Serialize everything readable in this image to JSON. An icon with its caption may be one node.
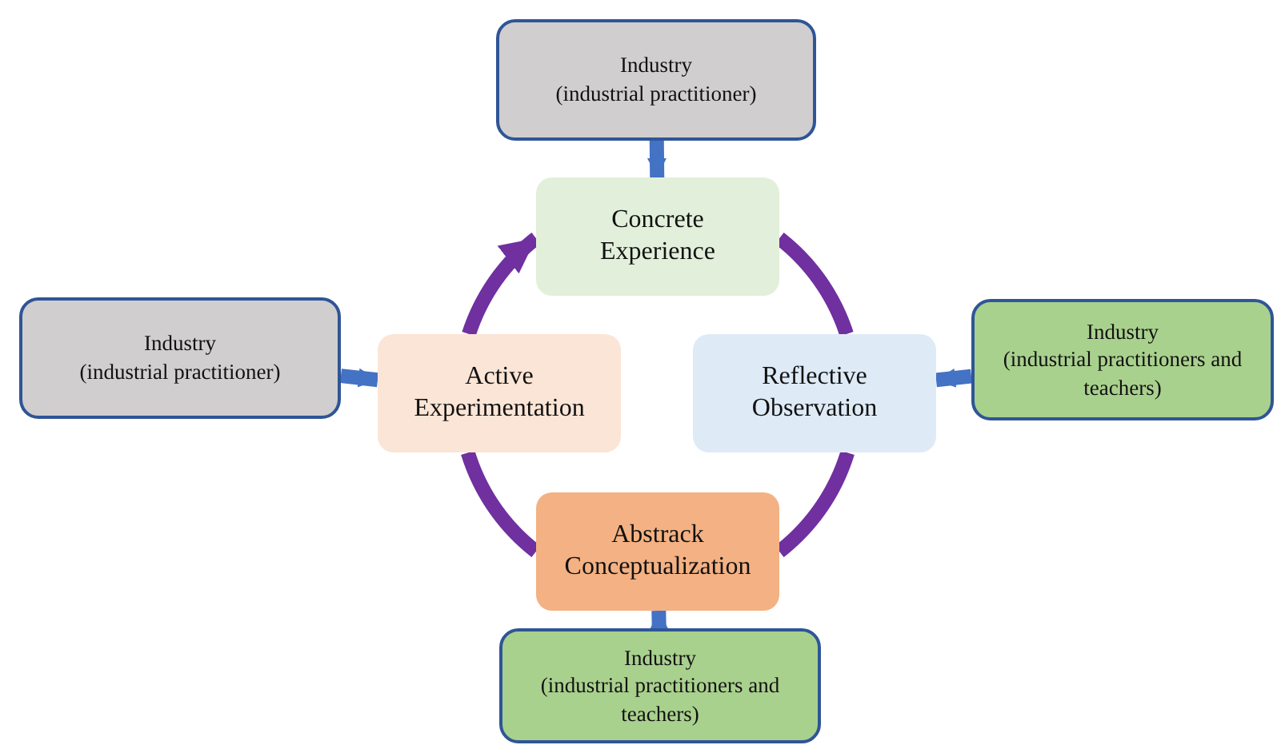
{
  "diagram": {
    "nodes": [
      {
        "text": [
          "Industry",
          "(industrial practitioner)"
        ]
      },
      {
        "text": [
          "Concrete Experience"
        ]
      },
      {
        "text": [
          "Industry",
          "(industrial practitioner)"
        ]
      },
      {
        "text": [
          "Active Experimentation"
        ]
      },
      {
        "text": [
          "Reflective Observation"
        ]
      },
      {
        "text": [
          "Industry",
          "(industrial practitioners and teachers)"
        ]
      },
      {
        "text": [
          "Abstrack Conceptualization"
        ]
      },
      {
        "text": [
          "Industry",
          "(industrial practitioners and teachers)"
        ]
      }
    ],
    "edges": [
      {
        "from": 0,
        "to": 1,
        "arrow": "to",
        "color": "#4472c4"
      },
      {
        "from": 2,
        "to": 3,
        "arrow": "to",
        "color": "#4472c4"
      },
      {
        "from": 5,
        "to": 4,
        "arrow": "to",
        "color": "#4472c4"
      },
      {
        "from": 7,
        "to": 6,
        "arrow": "to",
        "color": "#4472c4"
      },
      {
        "from": 3,
        "to": 1,
        "arrow": "to",
        "color": "#7030a0"
      },
      {
        "from": 1,
        "to": 4,
        "arrow": "none",
        "color": "#7030a0"
      },
      {
        "from": 4,
        "to": 6,
        "arrow": "none",
        "color": "#7030a0"
      },
      {
        "from": 6,
        "to": 3,
        "arrow": "none",
        "color": "#7030a0"
      }
    ]
  }
}
